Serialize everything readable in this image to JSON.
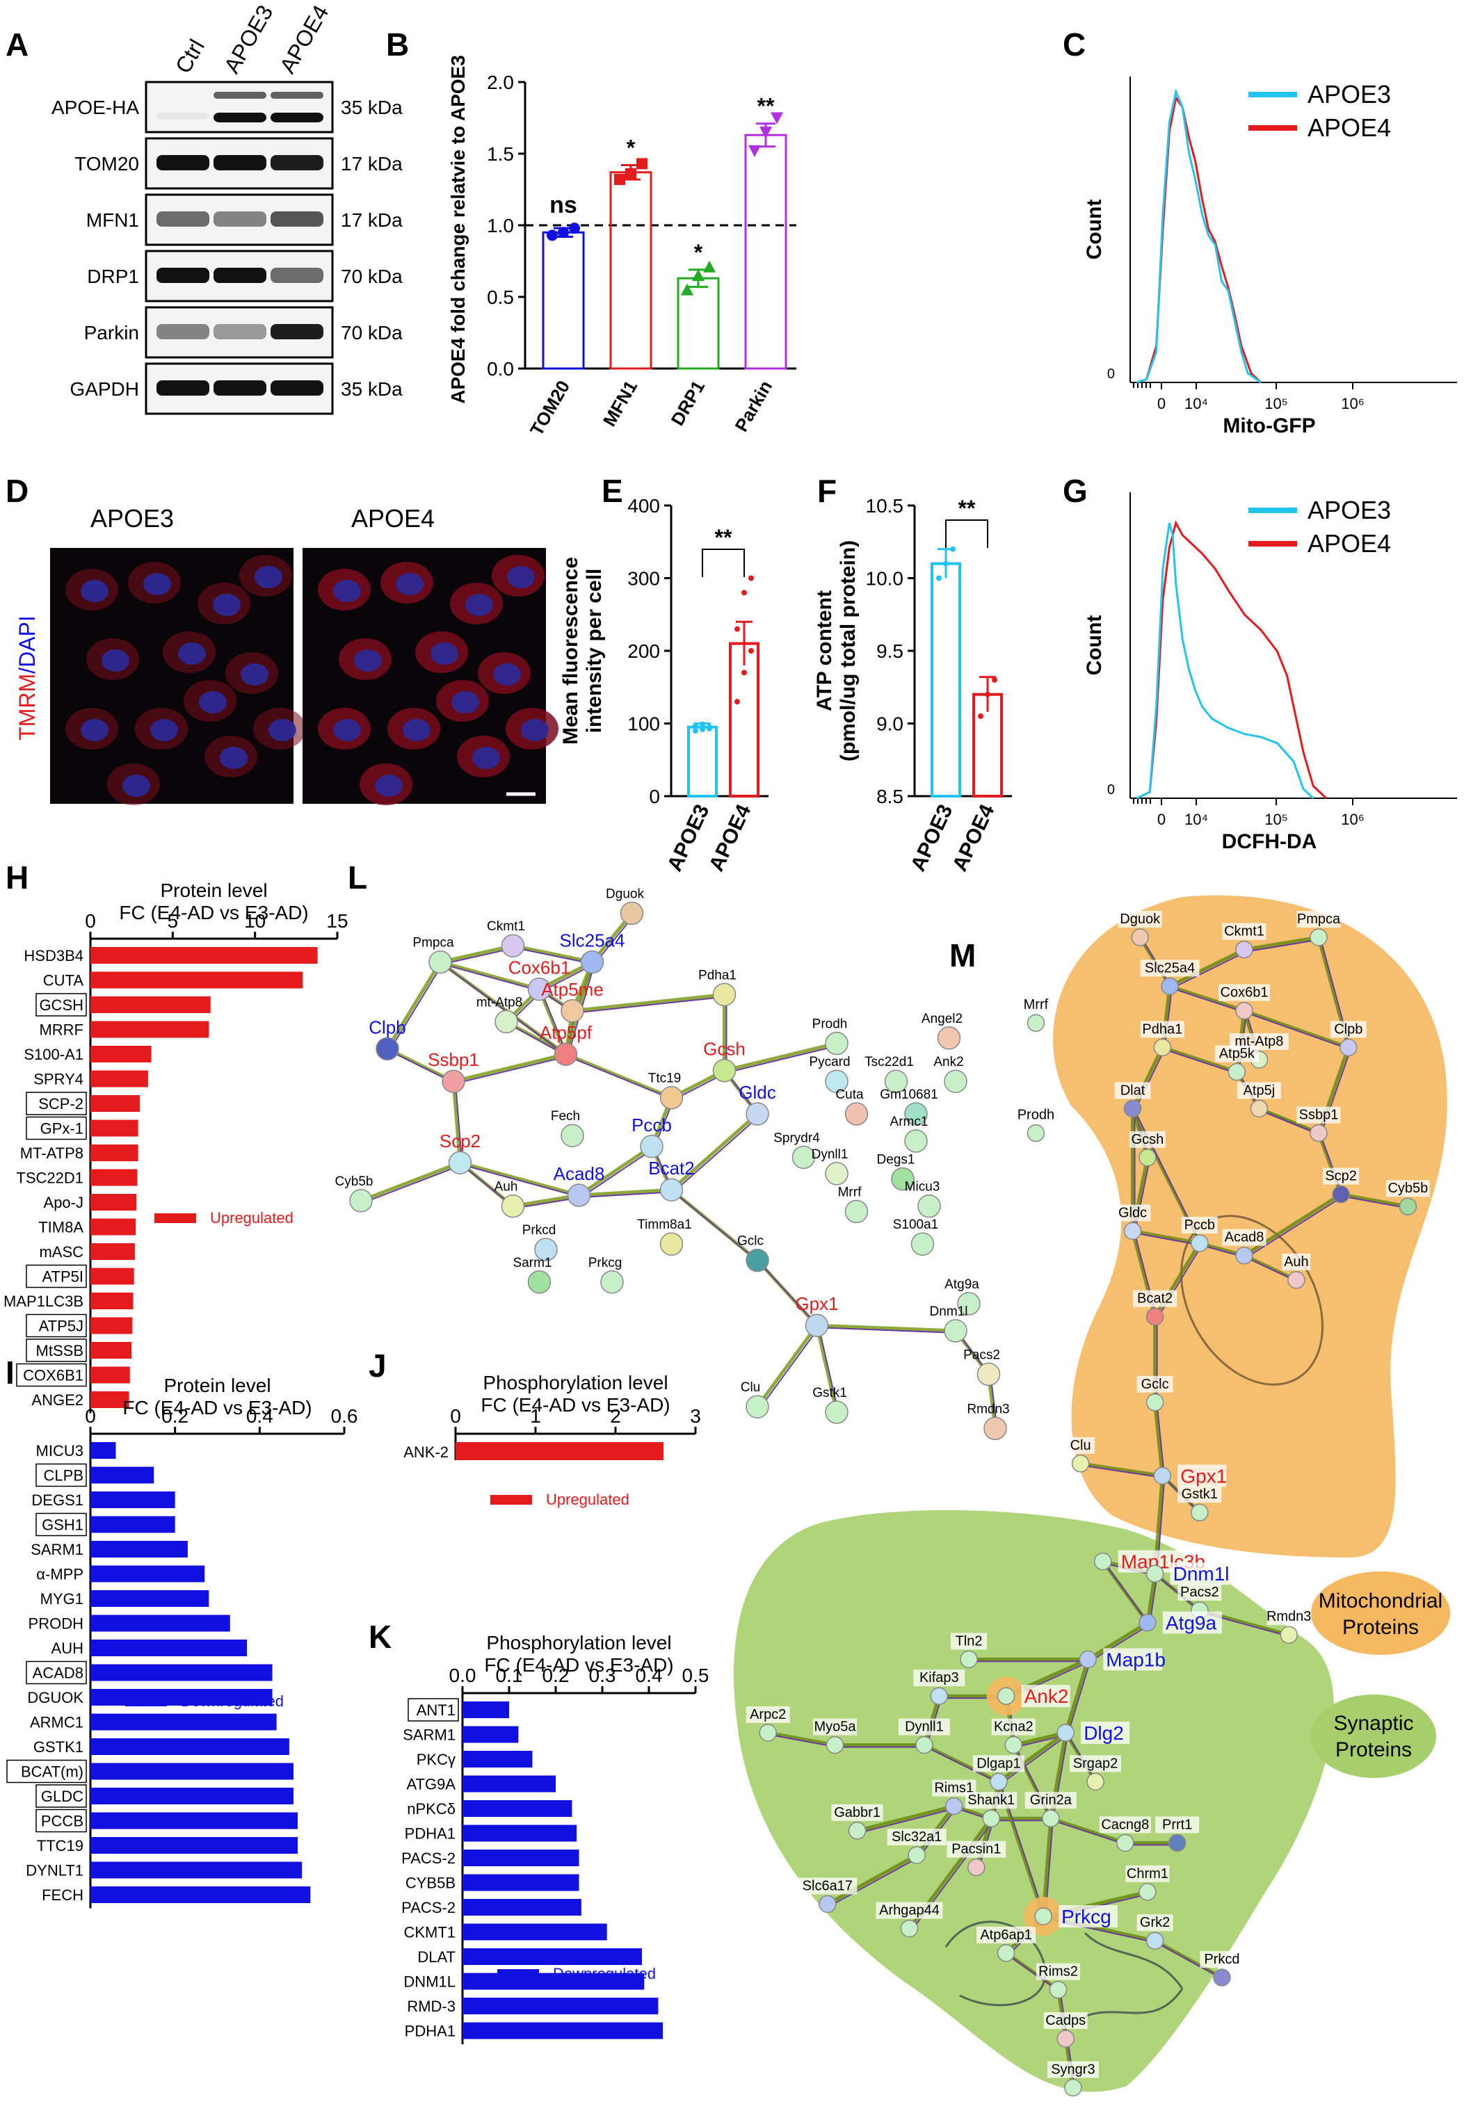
{
  "panel_labels": [
    "A",
    "B",
    "C",
    "D",
    "E",
    "F",
    "G",
    "H",
    "I",
    "J",
    "K",
    "L",
    "M"
  ],
  "colors": {
    "red": "#e41a1c",
    "blue": "#1010e0",
    "cyan": "#22c4ee",
    "green": "#22aa22",
    "purple": "#b030e0",
    "mito": "#f5b861",
    "syn": "#a6cf6b"
  },
  "western": {
    "lanes": [
      "Ctrl",
      "APOE3",
      "APOE4"
    ],
    "bands": [
      {
        "name": "APOE-HA",
        "size": "35 kDa"
      },
      {
        "name": "TOM20",
        "size": "17 kDa"
      },
      {
        "name": "MFN1",
        "size": "17 kDa"
      },
      {
        "name": "DRP1",
        "size": "70 kDa"
      },
      {
        "name": "Parkin",
        "size": "70 kDa"
      },
      {
        "name": "GAPDH",
        "size": "35 kDa"
      }
    ]
  },
  "micro": {
    "titles": [
      "APOE3",
      "APOE4"
    ],
    "ylabel_red": "TMRM",
    "ylabel_sep": "/",
    "ylabel_blue": "DAPI"
  },
  "network_L": {
    "nodes": [
      [
        "Dguok",
        0.43,
        0.03,
        "#e8c8a0",
        "#000"
      ],
      [
        "Ckmt1",
        0.25,
        0.09,
        "#d8c8f0",
        "#000"
      ],
      [
        "Pmpca",
        0.14,
        0.12,
        "#c8f0c8",
        "#000"
      ],
      [
        "Slc25a4",
        0.37,
        0.12,
        "#9fb8f0",
        "#1010e0"
      ],
      [
        "Cox6b1",
        0.29,
        0.17,
        "#c8c8f0",
        "#e41a1c"
      ],
      [
        "Atp5me",
        0.34,
        0.21,
        "#f0c8a0",
        "#e41a1c"
      ],
      [
        "Pdha1",
        0.57,
        0.18,
        "#e8e8a0",
        "#000"
      ],
      [
        "mt-Atp8",
        0.24,
        0.23,
        "#d8f0c8",
        "#000"
      ],
      [
        "Clpb",
        0.06,
        0.28,
        "#5060c0",
        "#1010e0"
      ],
      [
        "Atp5pf",
        0.33,
        0.29,
        "#f08080",
        "#e41a1c"
      ],
      [
        "Prodh",
        0.74,
        0.27,
        "#c8f0c8",
        "#000"
      ],
      [
        "Angel2",
        0.91,
        0.26,
        "#f0c8b0",
        "#000"
      ],
      [
        "Gcsh",
        0.57,
        0.32,
        "#c8e890",
        "#e41a1c"
      ],
      [
        "Pycard",
        0.74,
        0.34,
        "#bfe8f0",
        "#000"
      ],
      [
        "Tsc22d1",
        0.83,
        0.34,
        "#c8f0c8",
        "#000"
      ],
      [
        "Ank2",
        0.92,
        0.34,
        "#c8f0c8",
        "#000"
      ],
      [
        "Ssbp1",
        0.16,
        0.34,
        "#f0a0a0",
        "#e41a1c"
      ],
      [
        "Ttc19",
        0.49,
        0.37,
        "#f0c890",
        "#000"
      ],
      [
        "Gldc",
        0.62,
        0.4,
        "#c8d8f0",
        "#1010e0"
      ],
      [
        "Cuta",
        0.77,
        0.4,
        "#f0c0b0",
        "#000"
      ],
      [
        "Gm10681",
        0.86,
        0.4,
        "#a0e0c8",
        "#000"
      ],
      [
        "Fech",
        0.34,
        0.44,
        "#c8f0c8",
        "#000"
      ],
      [
        "Pccb",
        0.46,
        0.46,
        "#bfe0f0",
        "#1010e0"
      ],
      [
        "Armc1",
        0.86,
        0.45,
        "#c8f0c8",
        "#000"
      ],
      [
        "Scp2",
        0.17,
        0.49,
        "#bfe8f0",
        "#e41a1c"
      ],
      [
        "Sprydr4",
        0.69,
        0.48,
        "#c8f0c8",
        "#000"
      ],
      [
        "Dynll1",
        0.74,
        0.51,
        "#e0f0c8",
        "#000"
      ],
      [
        "Degs1",
        0.84,
        0.52,
        "#a0e0a0",
        "#000"
      ],
      [
        "Cyb5b",
        0.02,
        0.56,
        "#c8f0c8",
        "#000"
      ],
      [
        "Auh",
        0.25,
        0.57,
        "#e8f0b0",
        "#000"
      ],
      [
        "Acad8",
        0.35,
        0.55,
        "#b8c8f0",
        "#1010e0"
      ],
      [
        "Bcat2",
        0.49,
        0.54,
        "#bfe0f0",
        "#1010e0"
      ],
      [
        "Mrrf",
        0.77,
        0.58,
        "#c8f0c8",
        "#000"
      ],
      [
        "Micu3",
        0.88,
        0.57,
        "#c8f0c8",
        "#000"
      ],
      [
        "Prkcd",
        0.3,
        0.65,
        "#bfe0f0",
        "#000"
      ],
      [
        "Timm8a1",
        0.49,
        0.64,
        "#e8e8a0",
        "#000"
      ],
      [
        "S100a1",
        0.87,
        0.64,
        "#c8f0c8",
        "#000"
      ],
      [
        "Sarm1",
        0.29,
        0.71,
        "#a0e0a0",
        "#000"
      ],
      [
        "Prkcg",
        0.4,
        0.71,
        "#c8f0c8",
        "#000"
      ],
      [
        "Gclc",
        0.62,
        0.67,
        "#4aa0a0",
        "#000"
      ],
      [
        "Atg9a",
        0.94,
        0.75,
        "#c8f0c8",
        "#000"
      ],
      [
        "Gpx1",
        0.71,
        0.79,
        "#bfd8f0",
        "#e41a1c"
      ],
      [
        "Dnm1l",
        0.92,
        0.8,
        "#c8f0c8",
        "#000"
      ],
      [
        "Pacs2",
        0.97,
        0.88,
        "#f0e8c0",
        "#000"
      ],
      [
        "Clu",
        0.62,
        0.94,
        "#c8f0c8",
        "#000"
      ],
      [
        "Gstk1",
        0.74,
        0.95,
        "#c8f0c8",
        "#000"
      ],
      [
        "Rmdn3",
        0.98,
        0.98,
        "#f0c8b0",
        "#000"
      ]
    ]
  },
  "network_M": {
    "title": "M",
    "nodes": [
      [
        "Dguok",
        0.56,
        0.05,
        "#f0c8b0",
        "#000"
      ],
      [
        "Ckmt1",
        0.7,
        0.06,
        "#d8c8f0",
        "#000"
      ],
      [
        "Pmpca",
        0.8,
        0.05,
        "#c8f0c8",
        "#000"
      ],
      [
        "Slc25a4",
        0.6,
        0.09,
        "#9fb8f0",
        "#000"
      ],
      [
        "Cox6b1",
        0.7,
        0.11,
        "#f0c8c8",
        "#000"
      ],
      [
        "Mrrf",
        0.42,
        0.12,
        "#c8f0c8",
        "#000"
      ],
      [
        "mt-Atp8",
        0.72,
        0.15,
        "#d8f0c8",
        "#000"
      ],
      [
        "Clpb",
        0.84,
        0.14,
        "#c8c8f0",
        "#000"
      ],
      [
        "Pdha1",
        0.59,
        0.14,
        "#e8e8a0",
        "#000"
      ],
      [
        "Atp5k",
        0.69,
        0.16,
        "#c8f0c8",
        "#000"
      ],
      [
        "Atp5j",
        0.72,
        0.19,
        "#f0d8b0",
        "#000"
      ],
      [
        "Dlat",
        0.55,
        0.19,
        "#8a8ad0",
        "#000"
      ],
      [
        "Ssbp1",
        0.8,
        0.21,
        "#f0c8c8",
        "#000"
      ],
      [
        "Prodh",
        0.42,
        0.21,
        "#c8f0c8",
        "#000"
      ],
      [
        "Gcsh",
        0.57,
        0.23,
        "#c8e890",
        "#000"
      ],
      [
        "Scp2",
        0.83,
        0.26,
        "#6060b0",
        "#000"
      ],
      [
        "Cyb5b",
        0.92,
        0.27,
        "#a0d8a0",
        "#000"
      ],
      [
        "Gldc",
        0.55,
        0.29,
        "#c8d8f0",
        "#000"
      ],
      [
        "Pccb",
        0.64,
        0.3,
        "#bfe0f0",
        "#000"
      ],
      [
        "Acad8",
        0.7,
        0.31,
        "#b8c8f0",
        "#000"
      ],
      [
        "Auh",
        0.77,
        0.33,
        "#f0c8c8",
        "#000"
      ],
      [
        "Bcat2",
        0.58,
        0.36,
        "#f08080",
        "#000"
      ],
      [
        "Gclc",
        0.58,
        0.43,
        "#c8f0c8",
        "#000"
      ],
      [
        "Clu",
        0.48,
        0.48,
        "#e8f0b0",
        "#000"
      ],
      [
        "Gpx1",
        0.59,
        0.49,
        "#bfd8f0",
        "#e41a1c"
      ],
      [
        "Gstk1",
        0.64,
        0.52,
        "#c8f0c8",
        "#000"
      ],
      [
        "Map1lc3b",
        0.51,
        0.56,
        "#c8f0c8",
        "#e41a1c"
      ],
      [
        "Dnm1l",
        0.58,
        0.57,
        "#c8f0c8",
        "#1010e0"
      ],
      [
        "Pacs2",
        0.64,
        0.6,
        "#c8f0c8",
        "#000"
      ],
      [
        "Atg9a",
        0.57,
        0.61,
        "#9fb8f0",
        "#1010e0"
      ],
      [
        "Rmdn3",
        0.76,
        0.62,
        "#e8f0b0",
        "#000"
      ],
      [
        "Map1b",
        0.49,
        0.64,
        "#b8c8f0",
        "#1010e0"
      ],
      [
        "Tln2",
        0.33,
        0.64,
        "#c8f0c8",
        "#000"
      ],
      [
        "Kifap3",
        0.29,
        0.67,
        "#bfe0f0",
        "#000"
      ],
      [
        "Ank2",
        0.38,
        0.67,
        "#f5b861",
        "#e41a1c"
      ],
      [
        "Arpc2",
        0.06,
        0.7,
        "#c8f0c8",
        "#000"
      ],
      [
        "Myo5a",
        0.15,
        0.71,
        "#c8f0c8",
        "#000"
      ],
      [
        "Dynll1",
        0.27,
        0.71,
        "#c8f0c8",
        "#000"
      ],
      [
        "Kcna2",
        0.39,
        0.71,
        "#c8f0c8",
        "#000"
      ],
      [
        "Dlg2",
        0.46,
        0.7,
        "#bfe0f0",
        "#1010e0"
      ],
      [
        "Dlgap1",
        0.37,
        0.74,
        "#bfe0f0",
        "#000"
      ],
      [
        "Srgap2",
        0.5,
        0.74,
        "#e8f0b0",
        "#000"
      ],
      [
        "Rims1",
        0.31,
        0.76,
        "#b8c8f0",
        "#000"
      ],
      [
        "Shank1",
        0.36,
        0.77,
        "#c8f0c8",
        "#000"
      ],
      [
        "Grin2a",
        0.44,
        0.77,
        "#c8f0c8",
        "#000"
      ],
      [
        "Cacng8",
        0.54,
        0.79,
        "#c8f0c8",
        "#000"
      ],
      [
        "Prrt1",
        0.61,
        0.79,
        "#6080c0",
        "#000"
      ],
      [
        "Gabbr1",
        0.18,
        0.78,
        "#c8f0c8",
        "#000"
      ],
      [
        "Slc32a1",
        0.26,
        0.8,
        "#c8f0c8",
        "#000"
      ],
      [
        "Pacsin1",
        0.34,
        0.81,
        "#f0c8c8",
        "#000"
      ],
      [
        "Chrm1",
        0.57,
        0.83,
        "#c8f0c8",
        "#000"
      ],
      [
        "Slc6a17",
        0.14,
        0.84,
        "#b8c8f0",
        "#000"
      ],
      [
        "Prkcg",
        0.43,
        0.85,
        "#f5b861",
        "#1010e0"
      ],
      [
        "Arhgap44",
        0.25,
        0.86,
        "#c8f0c8",
        "#000"
      ],
      [
        "Grk2",
        0.58,
        0.87,
        "#bfe0f0",
        "#000"
      ],
      [
        "Atp6ap1",
        0.38,
        0.88,
        "#c8f0c8",
        "#000"
      ],
      [
        "Prkcd",
        0.67,
        0.9,
        "#8a8ad0",
        "#000"
      ],
      [
        "Rims2",
        0.45,
        0.91,
        "#c8f0c8",
        "#000"
      ],
      [
        "Cadps",
        0.46,
        0.95,
        "#f0c8c8",
        "#000"
      ],
      [
        "Syngr3",
        0.47,
        0.99,
        "#c8f0c8",
        "#000"
      ]
    ]
  },
  "network_M_legend": {
    "mito": [
      "Mitochondrial",
      "Proteins"
    ],
    "syn": [
      "Synaptic",
      "Proteins"
    ]
  },
  "chart_data": [
    {
      "panel": "B",
      "type": "bar",
      "categories": [
        "TOM20",
        "MFN1",
        "DRP1",
        "Parkin"
      ],
      "values": [
        0.95,
        1.37,
        0.63,
        1.63
      ],
      "errors": [
        0.03,
        0.05,
        0.06,
        0.08
      ],
      "points": [
        [
          0.93,
          0.95,
          0.98
        ],
        [
          1.32,
          1.36,
          1.43
        ],
        [
          0.55,
          0.65,
          0.71
        ],
        [
          1.52,
          1.65,
          1.75
        ]
      ],
      "significance": [
        "ns",
        "*",
        "*",
        "**"
      ],
      "colors": [
        "#1010e0",
        "#e41a1c",
        "#22aa22",
        "#b030e0"
      ],
      "ylabel": "APOE4 fold change relatvie to APOE3",
      "ylim": [
        0,
        2.0
      ],
      "yticks": [
        "0.0",
        "0.5",
        "1.0",
        "1.5",
        "2.0"
      ],
      "reference_line": 1.0
    },
    {
      "panel": "C",
      "type": "line",
      "xlabel": "Mito-GFP",
      "ylabel": "Count",
      "xticks": [
        "0",
        "10⁴",
        "10⁵",
        "10⁶"
      ],
      "yticks": [
        "0"
      ],
      "series": [
        {
          "name": "APOE3",
          "color": "#22c4ee"
        },
        {
          "name": "APOE4",
          "color": "#e41a1c"
        }
      ]
    },
    {
      "panel": "E",
      "type": "bar",
      "categories": [
        "APOE3",
        "APOE4"
      ],
      "values": [
        95,
        210
      ],
      "errors": [
        5,
        30
      ],
      "points": [
        [
          90,
          92,
          95,
          97,
          99,
          93
        ],
        [
          130,
          170,
          200,
          230,
          280,
          300
        ]
      ],
      "colors": [
        "#22c4ee",
        "#e41a1c"
      ],
      "ylabel": "Mean fluorescence intensity per cell",
      "ylim": [
        0,
        400
      ],
      "yticks": [
        "0",
        "100",
        "200",
        "300",
        "400"
      ],
      "significance": "**"
    },
    {
      "panel": "F",
      "type": "bar",
      "categories": [
        "APOE3",
        "APOE4"
      ],
      "values": [
        10.1,
        9.2
      ],
      "errors": [
        0.1,
        0.12
      ],
      "points": [
        [
          10.0,
          10.1,
          10.2
        ],
        [
          9.05,
          9.2,
          9.3
        ]
      ],
      "colors": [
        "#22c4ee",
        "#e41a1c"
      ],
      "ylabel": "ATP content (pmol/ug total protein)",
      "ylim": [
        8.5,
        10.5
      ],
      "yticks": [
        "8.5",
        "9.0",
        "9.5",
        "10.0",
        "10.5"
      ],
      "significance": "**"
    },
    {
      "panel": "G",
      "type": "line",
      "xlabel": "DCFH-DA",
      "ylabel": "Count",
      "xticks": [
        "0",
        "10⁴",
        "10⁵",
        "10⁶"
      ],
      "yticks": [
        "0"
      ],
      "series": [
        {
          "name": "APOE3",
          "color": "#22c4ee"
        },
        {
          "name": "APOE4",
          "color": "#e41a1c"
        }
      ]
    },
    {
      "panel": "H",
      "type": "bar",
      "title": [
        "Protein level",
        "FC (E4-AD vs E3-AD)"
      ],
      "xlim": [
        0,
        15
      ],
      "xticks": [
        "0",
        "5",
        "10",
        "15"
      ],
      "color": "#e41a1c",
      "legend": "Upregulated",
      "categories": [
        "HSD3B4",
        "CUTA",
        "GCSH",
        "MRRF",
        "S100-A1",
        "SPRY4",
        "SCP-2",
        "GPx-1",
        "MT-ATP8",
        "TSC22D1",
        "Apo-J",
        "TIM8A",
        "mASC",
        "ATP5I",
        "MAP1LC3B",
        "ATP5J",
        "MtSSB",
        "COX6B1",
        "ANGE2"
      ],
      "values": [
        13.8,
        12.9,
        7.3,
        7.2,
        3.7,
        3.5,
        3.0,
        2.9,
        2.9,
        2.85,
        2.8,
        2.75,
        2.7,
        2.65,
        2.6,
        2.55,
        2.5,
        2.4,
        2.35
      ],
      "boxed": [
        "GCSH",
        "SCP-2",
        "GPx-1",
        "ATP5I",
        "ATP5J",
        "MtSSB",
        "COX6B1"
      ]
    },
    {
      "panel": "I",
      "type": "bar",
      "title": [
        "Protein level",
        "FC (E4-AD vs E3-AD)"
      ],
      "xlim": [
        0,
        0.6
      ],
      "xticks": [
        "0",
        "0.2",
        "0.4",
        "0.6"
      ],
      "color": "#1010e0",
      "legend": "Downregulated",
      "categories": [
        "MICU3",
        "CLPB",
        "DEGS1",
        "GSH1",
        "SARM1",
        "α-MPP",
        "MYG1",
        "PRODH",
        "AUH",
        "ACAD8",
        "DGUOK",
        "ARMC1",
        "GSTK1",
        "BCAT(m)",
        "GLDC",
        "PCCB",
        "TTC19",
        "DYNLT1",
        "FECH"
      ],
      "values": [
        0.06,
        0.15,
        0.2,
        0.2,
        0.23,
        0.27,
        0.28,
        0.33,
        0.37,
        0.43,
        0.43,
        0.44,
        0.47,
        0.48,
        0.48,
        0.49,
        0.49,
        0.5,
        0.52
      ],
      "boxed": [
        "CLPB",
        "GSH1",
        "ACAD8",
        "BCAT(m)",
        "GLDC",
        "PCCB"
      ]
    },
    {
      "panel": "J",
      "type": "bar",
      "title": [
        "Phosphorylation level",
        "FC (E4-AD vs E3-AD)"
      ],
      "xlim": [
        0,
        3
      ],
      "xticks": [
        "0",
        "1",
        "2",
        "3"
      ],
      "color": "#e41a1c",
      "legend": "Upregulated",
      "categories": [
        "ANK-2"
      ],
      "values": [
        2.6
      ],
      "boxed": []
    },
    {
      "panel": "K",
      "type": "bar",
      "title": [
        "Phosphorylation level",
        "FC (E4-AD vs E3-AD)"
      ],
      "xlim": [
        0,
        0.5
      ],
      "xticks": [
        "0.0",
        "0.1",
        "0.2",
        "0.3",
        "0.4",
        "0.5"
      ],
      "color": "#1010e0",
      "legend": "Downregulated",
      "categories": [
        "ANT1",
        "SARM1",
        "PKCγ",
        "ATG9A",
        "nPKCδ",
        "PDHA1",
        "PACS-2",
        "CYB5B",
        "PACS-2",
        "CKMT1",
        "DLAT",
        "DNM1L",
        "RMD-3",
        "PDHA1"
      ],
      "values": [
        0.1,
        0.12,
        0.15,
        0.2,
        0.235,
        0.245,
        0.25,
        0.25,
        0.255,
        0.31,
        0.385,
        0.39,
        0.42,
        0.43
      ],
      "boxed": [
        "ANT1"
      ]
    }
  ]
}
